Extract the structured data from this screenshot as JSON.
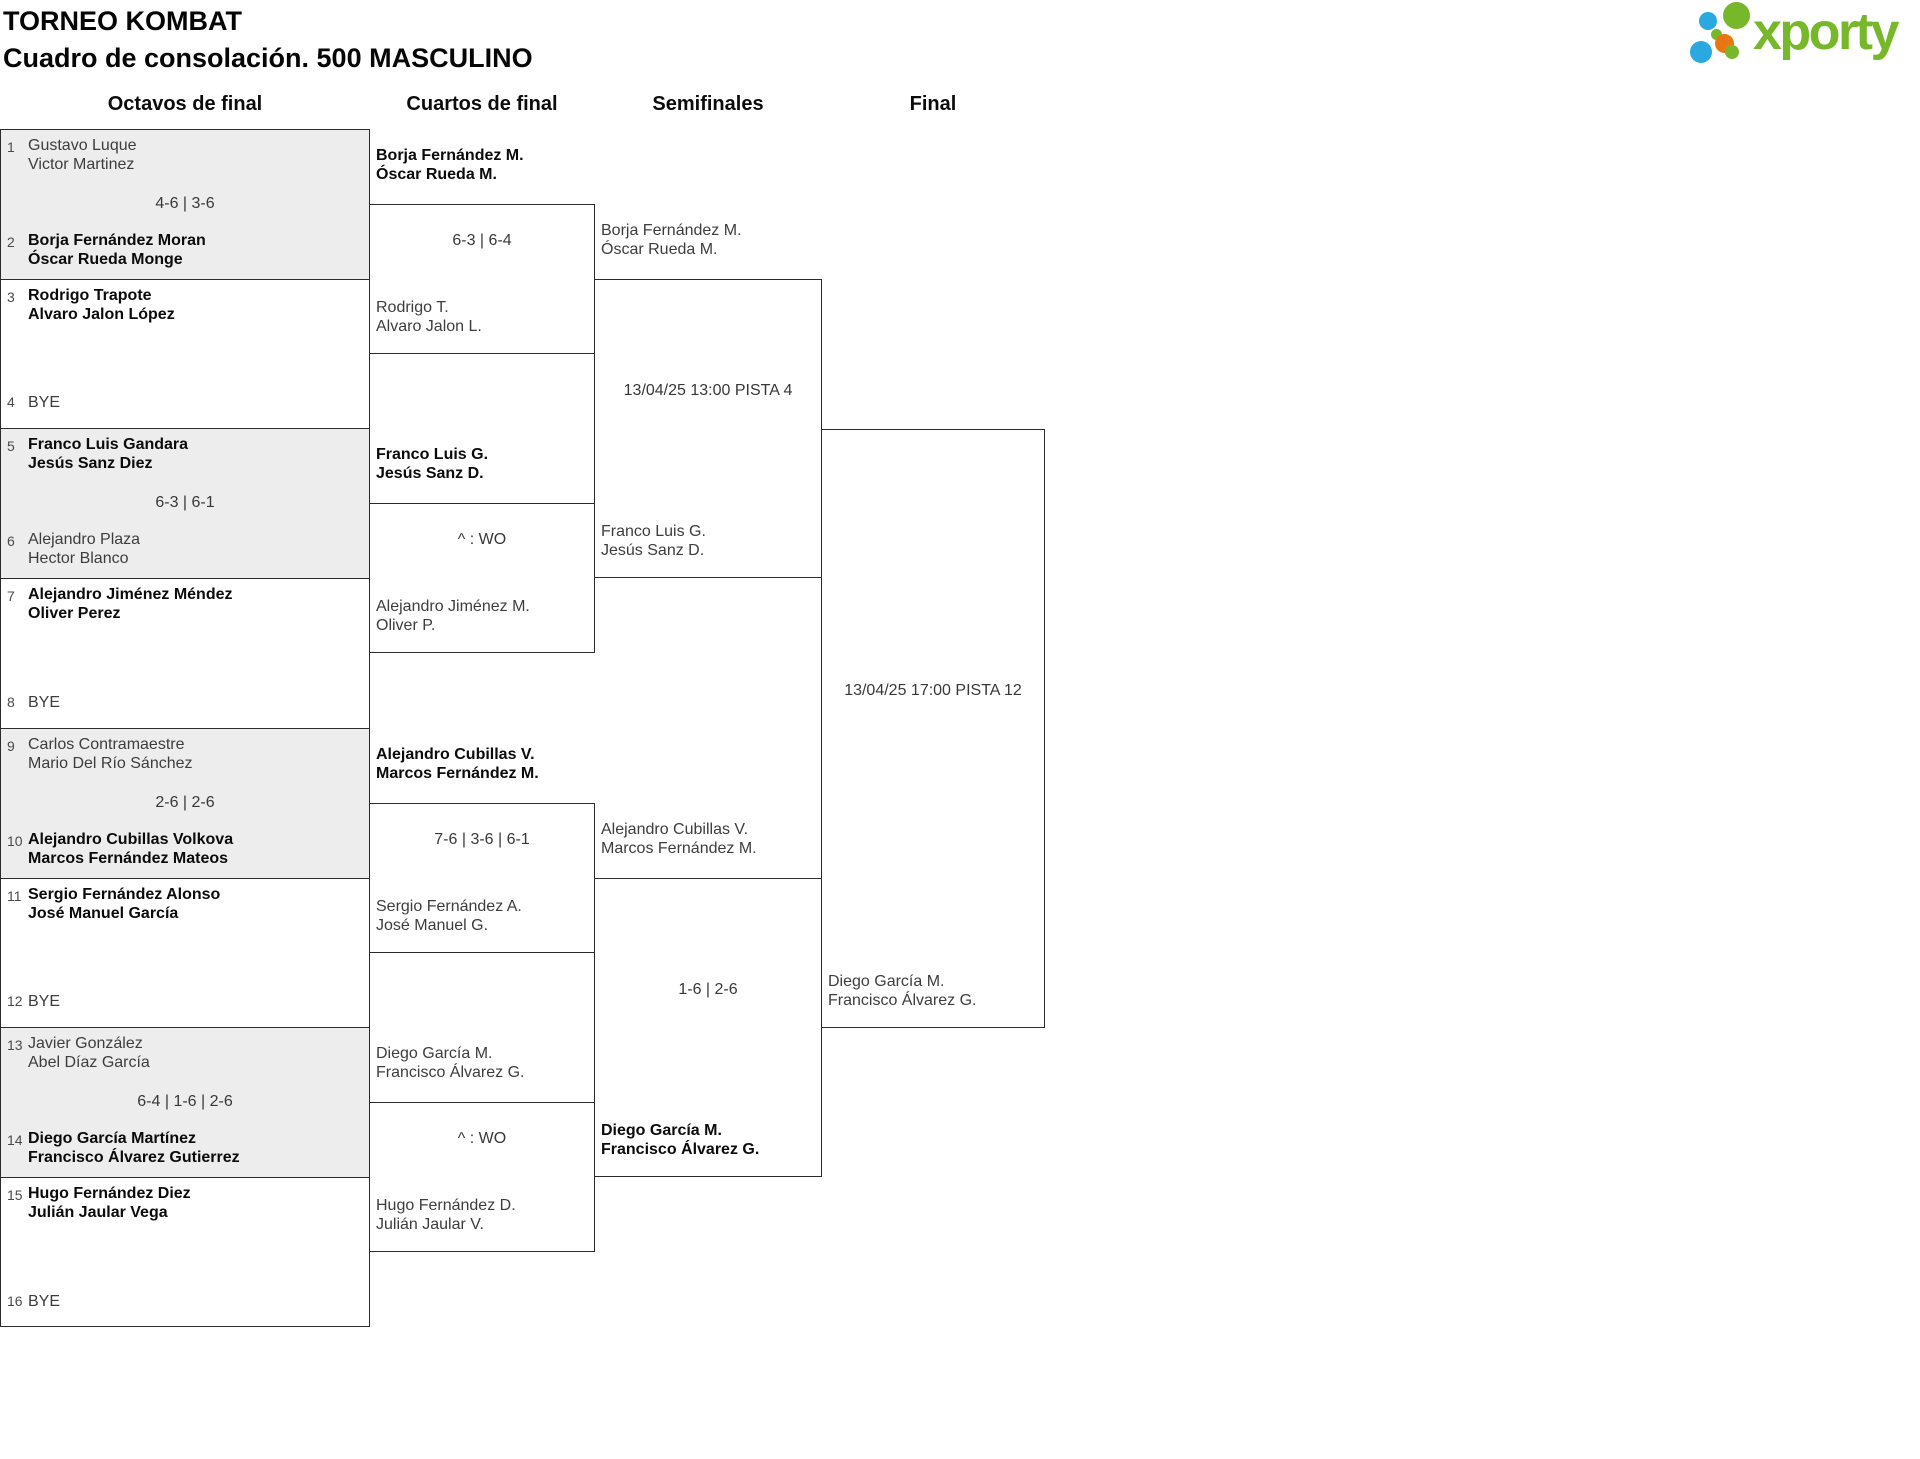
{
  "header": {
    "title": "TORNEO KOMBAT",
    "subtitle": "Cuadro de consolación. 500 MASCULINO"
  },
  "logo": {
    "wordmark": "xporty",
    "colors": {
      "green": "#76b82a",
      "blue": "#29a9e0",
      "orange": "#e87613"
    }
  },
  "rounds": [
    {
      "label": "Octavos de final",
      "matches": [
        {
          "played": true,
          "top": {
            "seed": "1",
            "lines": [
              "Gustavo Luque",
              "Victor Martinez"
            ],
            "winner": false
          },
          "center": "4-6 | 3-6",
          "bottom": {
            "seed": "2",
            "lines": [
              "Borja Fernández Moran",
              "Óscar Rueda Monge"
            ],
            "winner": true
          }
        },
        {
          "played": false,
          "top": {
            "seed": "3",
            "lines": [
              "Rodrigo Trapote",
              "Alvaro Jalon López"
            ],
            "winner": true
          },
          "center": "",
          "bottom": {
            "seed": "4",
            "lines": [
              "BYE"
            ],
            "winner": false,
            "bye": true
          }
        },
        {
          "played": true,
          "top": {
            "seed": "5",
            "lines": [
              "Franco Luis Gandara",
              "Jesús Sanz Diez"
            ],
            "winner": true
          },
          "center": "6-3 | 6-1",
          "bottom": {
            "seed": "6",
            "lines": [
              "Alejandro Plaza",
              "Hector Blanco"
            ],
            "winner": false
          }
        },
        {
          "played": false,
          "top": {
            "seed": "7",
            "lines": [
              "Alejandro Jiménez Méndez",
              "Oliver Perez"
            ],
            "winner": true
          },
          "center": "",
          "bottom": {
            "seed": "8",
            "lines": [
              "BYE"
            ],
            "winner": false,
            "bye": true
          }
        },
        {
          "played": true,
          "top": {
            "seed": "9",
            "lines": [
              "Carlos Contramaestre",
              "Mario Del Río Sánchez"
            ],
            "winner": false
          },
          "center": "2-6 | 2-6",
          "bottom": {
            "seed": "10",
            "lines": [
              "Alejandro Cubillas Volkova",
              "Marcos Fernández Mateos"
            ],
            "winner": true
          }
        },
        {
          "played": false,
          "top": {
            "seed": "11",
            "lines": [
              "Sergio Fernández Alonso",
              "José Manuel García"
            ],
            "winner": true
          },
          "center": "",
          "bottom": {
            "seed": "12",
            "lines": [
              "BYE"
            ],
            "winner": false,
            "bye": true
          }
        },
        {
          "played": true,
          "top": {
            "seed": "13",
            "lines": [
              "Javier González",
              "Abel Díaz García"
            ],
            "winner": false
          },
          "center": "6-4 | 1-6 | 2-6",
          "bottom": {
            "seed": "14",
            "lines": [
              "Diego García Martínez",
              "Francisco Álvarez Gutierrez"
            ],
            "winner": true
          }
        },
        {
          "played": false,
          "top": {
            "seed": "15",
            "lines": [
              "Hugo Fernández Diez",
              "Julián Jaular Vega"
            ],
            "winner": true
          },
          "center": "",
          "bottom": {
            "seed": "16",
            "lines": [
              "BYE"
            ],
            "winner": false,
            "bye": true
          }
        }
      ]
    },
    {
      "label": "Cuartos de final",
      "matches": [
        {
          "top": {
            "lines": [
              "Borja Fernández M.",
              "Óscar Rueda M."
            ],
            "winner": true
          },
          "center": "6-3 | 6-4",
          "bottom": {
            "lines": [
              "Rodrigo T.",
              "Alvaro Jalon L."
            ],
            "winner": false
          }
        },
        {
          "top": {
            "lines": [
              "Franco Luis G.",
              "Jesús Sanz D."
            ],
            "winner": true
          },
          "center": "^ : WO",
          "bottom": {
            "lines": [
              "Alejandro Jiménez M.",
              "Oliver P."
            ],
            "winner": false
          }
        },
        {
          "top": {
            "lines": [
              "Alejandro Cubillas V.",
              "Marcos Fernández M."
            ],
            "winner": true
          },
          "center": "7-6 | 3-6 | 6-1",
          "bottom": {
            "lines": [
              "Sergio Fernández A.",
              "José Manuel G."
            ],
            "winner": false
          }
        },
        {
          "top": {
            "lines": [
              "Diego García M.",
              "Francisco Álvarez G."
            ],
            "winner": false
          },
          "center": "^ : WO",
          "bottom": {
            "lines": [
              "Hugo Fernández D.",
              "Julián Jaular V."
            ],
            "winner": false
          }
        }
      ]
    },
    {
      "label": "Semifinales",
      "matches": [
        {
          "top": {
            "lines": [
              "Borja Fernández M.",
              "Óscar Rueda M."
            ],
            "winner": false
          },
          "center": "13/04/25 13:00 PISTA 4",
          "bottom": {
            "lines": [
              "Franco Luis G.",
              "Jesús Sanz D."
            ],
            "winner": false
          }
        },
        {
          "top": {
            "lines": [
              "Alejandro Cubillas V.",
              "Marcos Fernández M."
            ],
            "winner": false
          },
          "center": "1-6 | 2-6",
          "bottom": {
            "lines": [
              "Diego García M.",
              "Francisco Álvarez G."
            ],
            "winner": true
          }
        }
      ]
    },
    {
      "label": "Final",
      "matches": [
        {
          "top": null,
          "center": "13/04/25 17:00 PISTA 12",
          "bottom": {
            "lines": [
              "Diego García M.",
              "Francisco Álvarez G."
            ],
            "winner": false
          }
        }
      ]
    }
  ]
}
